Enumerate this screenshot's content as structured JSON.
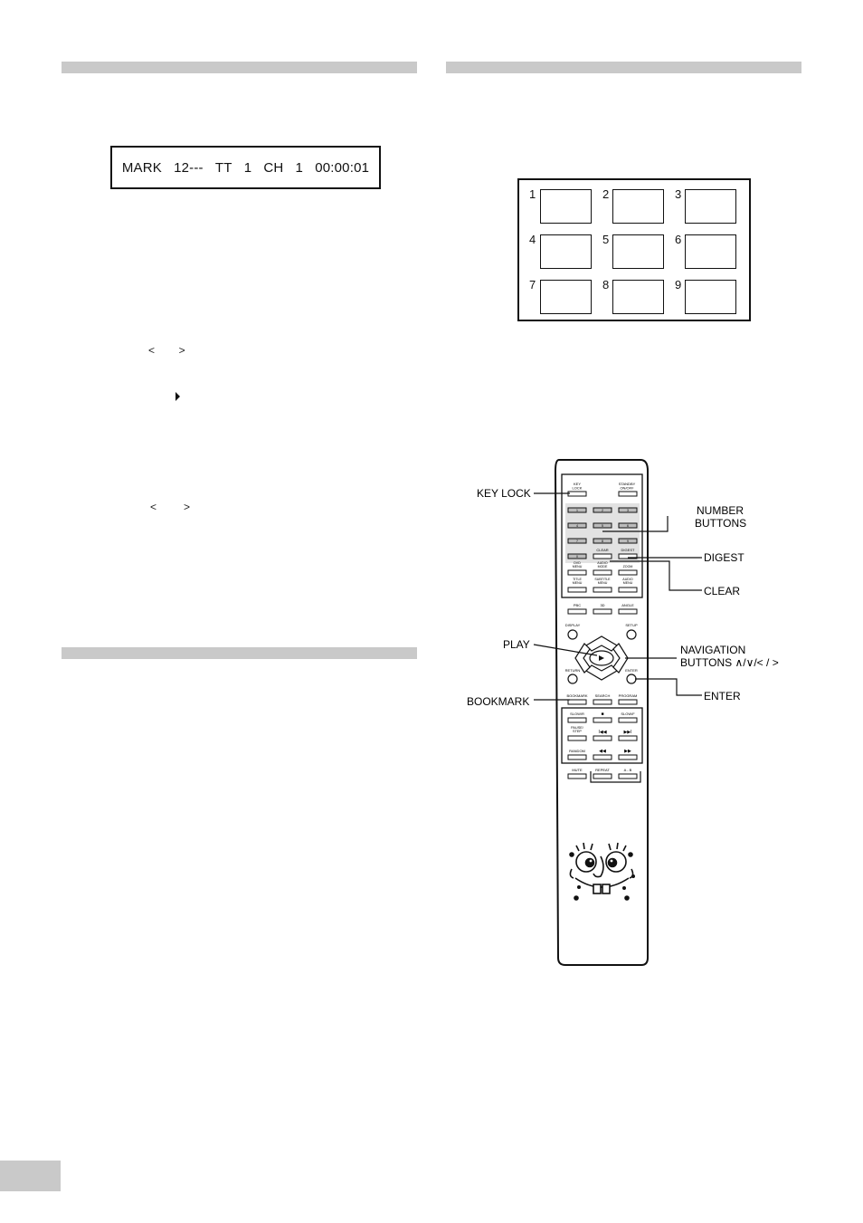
{
  "display": {
    "mark": "MARK",
    "mark_no": "12---",
    "title_label": "TT",
    "title_no": "1",
    "chapter_label": "CH",
    "chapter_no": "1",
    "time": "00:00:01"
  },
  "steps": {
    "arrows_1": "<        >",
    "arrows_2": "<         >"
  },
  "digest_grid": {
    "cells": [
      "1",
      "2",
      "3",
      "4",
      "5",
      "6",
      "7",
      "8",
      "9"
    ]
  },
  "remote": {
    "top_buttons": {
      "key_lock": "KEY\nLOCK",
      "standby": "STANDBY\nON/OFF"
    },
    "numbers": [
      "1",
      "2",
      "3",
      "4",
      "5",
      "6",
      "7",
      "8",
      "9",
      "0"
    ],
    "row_clear": {
      "clear": "CLEAR",
      "digest": "DIGEST"
    },
    "menu_row1": [
      "DVD\nMENU",
      "AUDIO\nMODE",
      "ZOOM"
    ],
    "menu_row2": [
      "TITLE\nMENU",
      "SUBTITLE\nMENU",
      "AUDIO\nMENU"
    ],
    "mid_row": [
      "PBC",
      "3D",
      "ANGLE"
    ],
    "display": "DISPLAY",
    "setup": "SETUP",
    "return": "RETURN",
    "enter": "ENTER",
    "bm_row": [
      "BOOKMARK",
      "SEARCH",
      "PROGRAM"
    ],
    "trans_row1": [
      "SLOW/R",
      "■",
      "SLOW/F"
    ],
    "trans_row2": [
      "PAUSE/\nSTEP",
      "I◀◀",
      "▶▶I"
    ],
    "trans_row3": [
      "RANDOM",
      "◀◀",
      "▶▶"
    ],
    "bottom_row": [
      "MUTE",
      "REPEAT",
      "A - B"
    ]
  },
  "callouts": {
    "key_lock": "KEY LOCK",
    "number_buttons_1": "NUMBER",
    "number_buttons_2": "BUTTONS",
    "digest": "DIGEST",
    "clear": "CLEAR",
    "play": "PLAY",
    "navigation_1": "NAVIGATION",
    "navigation_2": "BUTTONS ∧/∨/< / >",
    "bookmark": "BOOKMARK",
    "enter": "ENTER"
  },
  "colors": {
    "section_bar": "#c9c9c9",
    "ink": "#111111",
    "button_fill": "#bbbbbb"
  }
}
